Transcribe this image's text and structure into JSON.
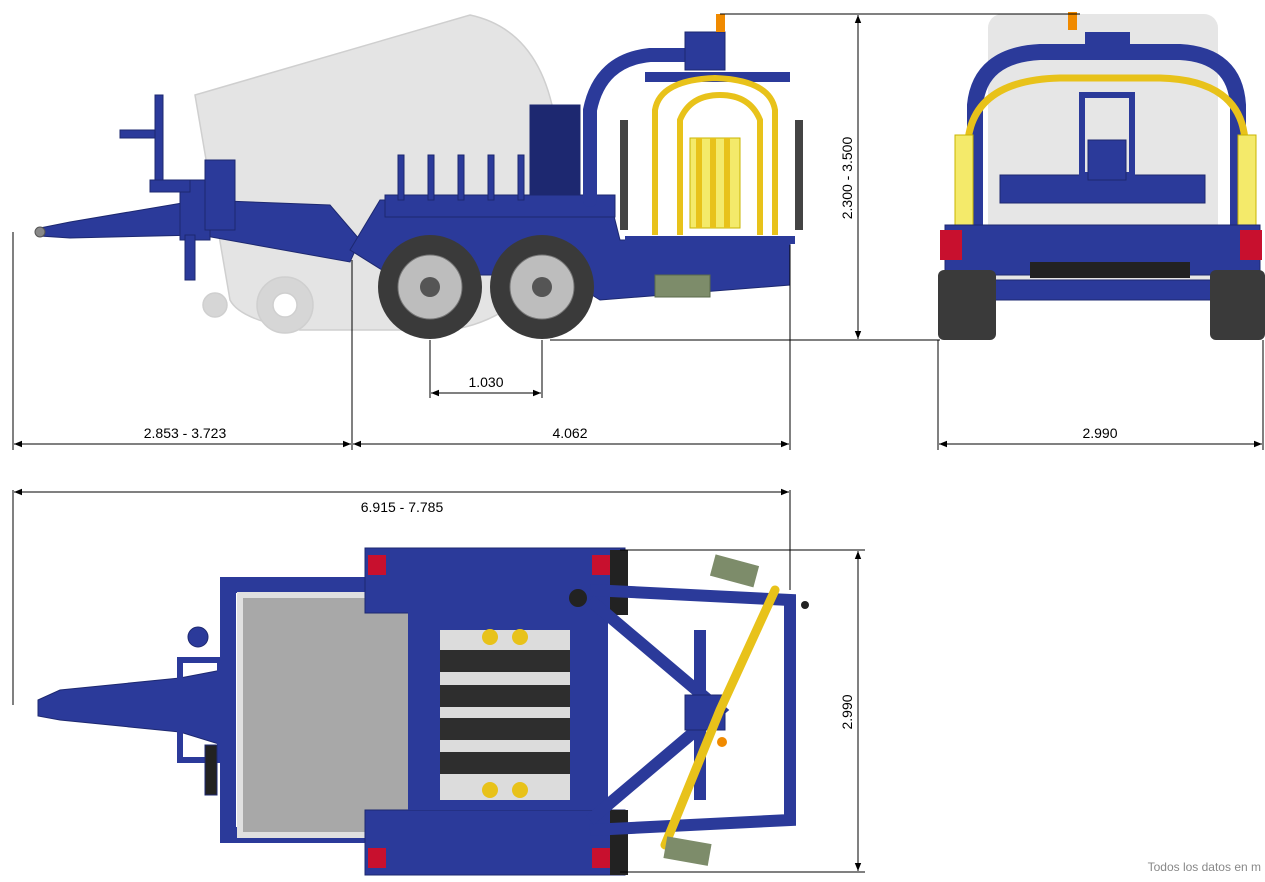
{
  "dimensions": {
    "drawbar_length": "2.853 - 3.723",
    "body_length": "4.062",
    "axle_spacing": "1.030",
    "height": "2.300 - 3.500",
    "rear_width": "2.990",
    "total_length": "6.915 - 7.785",
    "top_width": "2.990"
  },
  "footnote": "Todos los datos en m",
  "colors": {
    "frame_blue": "#2b3a9a",
    "frame_blue_dark": "#1d2870",
    "arm_yellow": "#e8c21a",
    "bale_grey": "#d9d9d9",
    "tire_dark": "#3a3a3a",
    "beacon_orange": "#f08a00",
    "reflector_red": "#c8102e"
  }
}
